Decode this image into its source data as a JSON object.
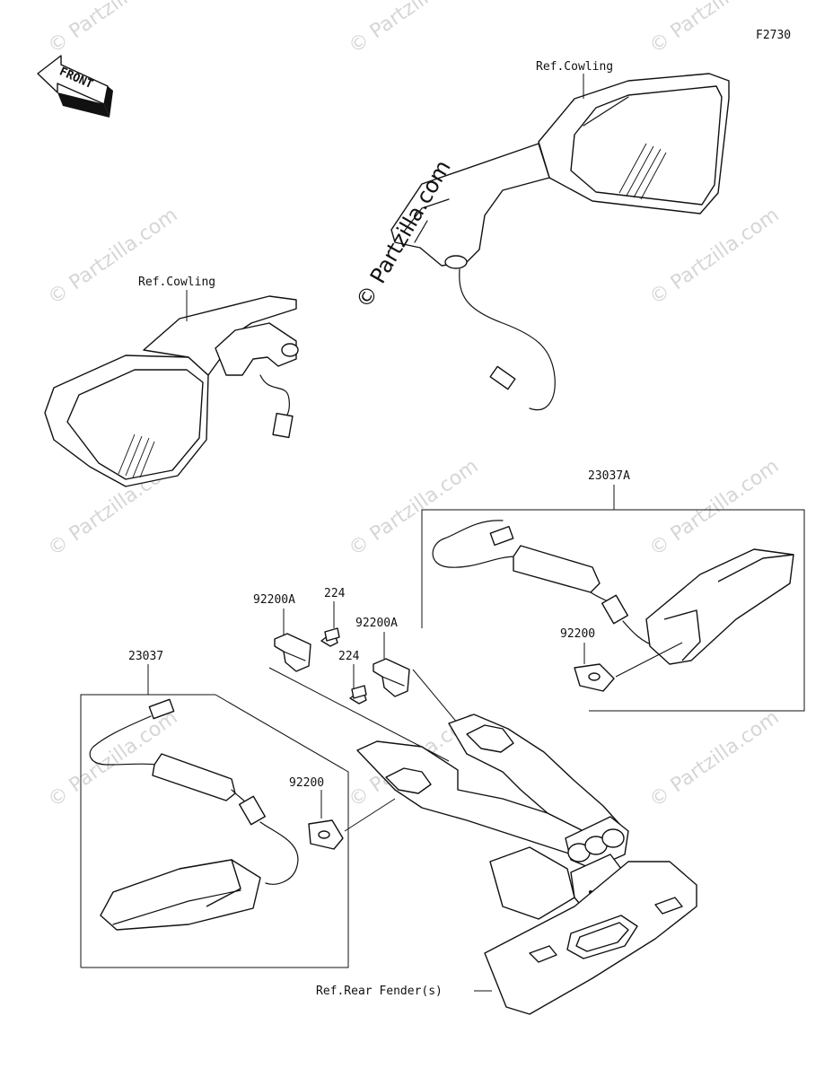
{
  "figure_code": "F2730",
  "front_arrow_label": "FRONT",
  "watermark_text": "© Partzilla.com",
  "ref_labels": {
    "cowling_right": "Ref.Cowling",
    "cowling_left": "Ref.Cowling",
    "rear_fender": "Ref.Rear Fender(s)"
  },
  "part_labels": {
    "turn_signal_right": "23037A",
    "turn_signal_left": "23037",
    "bracket_upper": "92200A",
    "bracket_lower": "92200A",
    "screw_upper": "224",
    "screw_lower": "224",
    "plate_right": "92200",
    "plate_left": "92200"
  },
  "colors": {
    "line": "#111111",
    "watermark": "#d6d6d6"
  }
}
